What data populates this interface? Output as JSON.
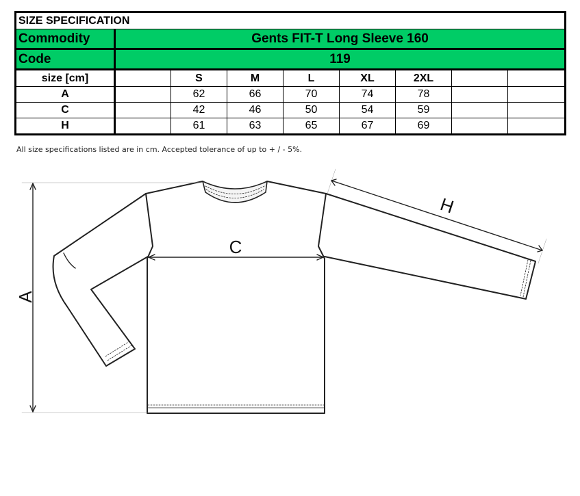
{
  "title": "SIZE SPECIFICATION",
  "commodity": {
    "label": "Commodity",
    "value": "Gents FIT-T Long Sleeve 160"
  },
  "code": {
    "label": "Code",
    "value": "119"
  },
  "size_header": {
    "label": "size [cm]",
    "sizes": [
      "S",
      "M",
      "L",
      "XL",
      "2XL"
    ]
  },
  "rows": [
    {
      "dim": "A",
      "values": [
        "62",
        "66",
        "70",
        "74",
        "78"
      ]
    },
    {
      "dim": "C",
      "values": [
        "42",
        "46",
        "50",
        "54",
        "59"
      ]
    },
    {
      "dim": "H",
      "values": [
        "61",
        "63",
        "65",
        "67",
        "69"
      ]
    }
  ],
  "note": "All size specifications listed are in cm. Accepted tolerance of up to + / - 5%.",
  "diagram": {
    "labels": {
      "a": "A",
      "c": "C",
      "h": "H"
    }
  }
}
